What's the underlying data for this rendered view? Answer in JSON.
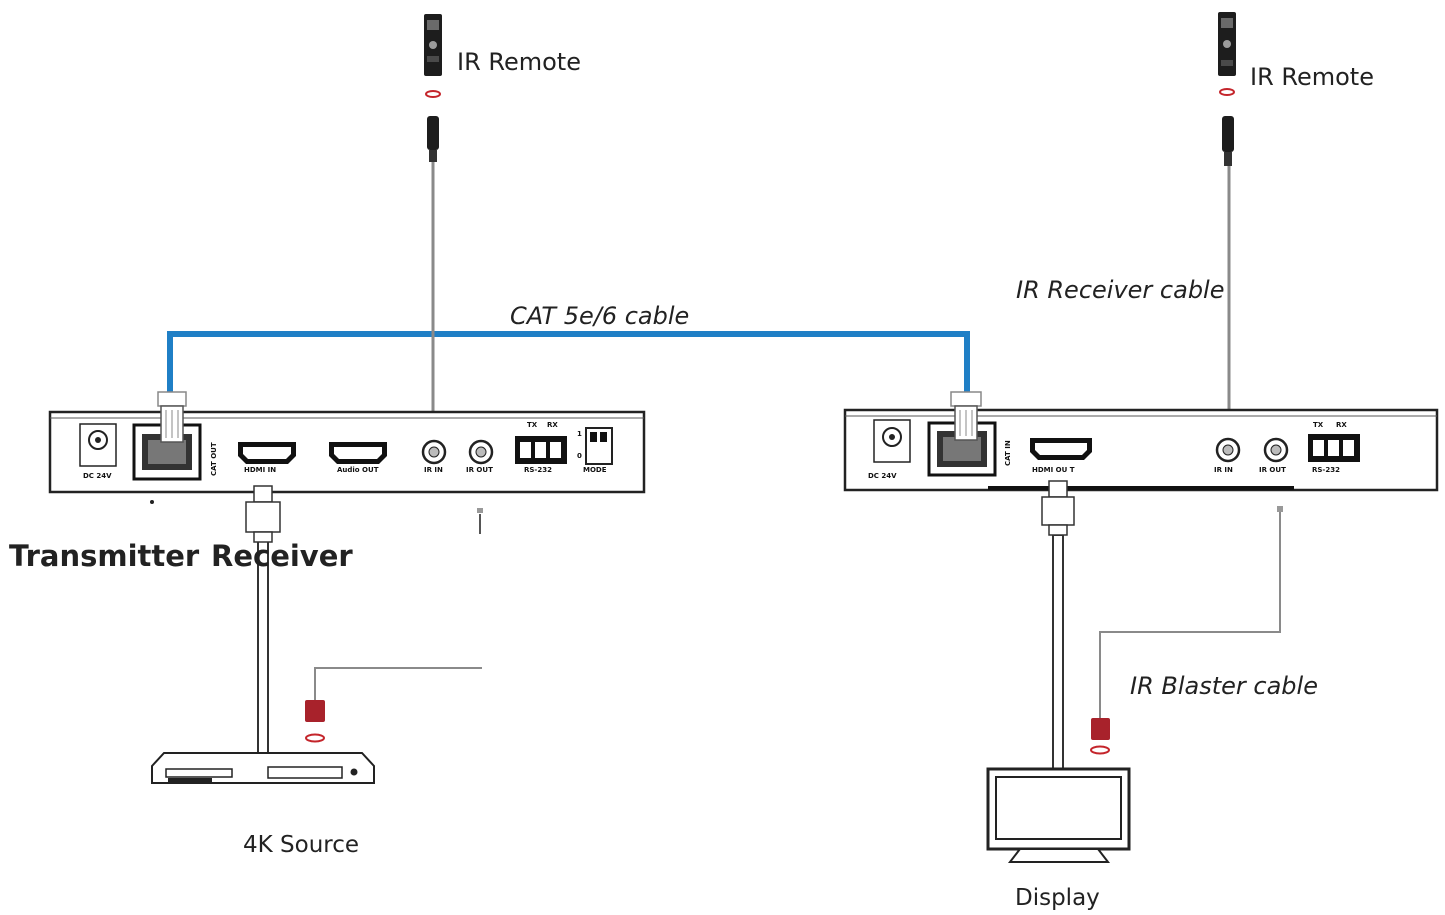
{
  "colors": {
    "cat_cable": "#1f7fc6",
    "wire": "#8a8a8a",
    "device_outline": "#222222",
    "ir_tip": "#c4252b"
  },
  "labels": {
    "ir_remote_left": "IR Remote",
    "ir_remote_right": "IR Remote",
    "cat_cable": "CAT 5e/6 cable",
    "ir_receiver_cable": "IR Receiver cable",
    "ir_blaster_cable": "IR Blaster cable",
    "transmitter": "Transmitter",
    "receiver": "Receiver",
    "source": "4K Source",
    "display": "Display"
  },
  "transmitter_ports": {
    "dc": "DC 24V",
    "cat": "CAT OUT",
    "hdmi": "HDMI IN",
    "audio": "Audio OUT",
    "ir_in": "IR IN",
    "ir_out": "IR OUT",
    "tx": "TX",
    "rx": "RX",
    "rs232": "RS-232",
    "mode": "MODE",
    "mode_1": "1",
    "mode_0": "0"
  },
  "receiver_ports": {
    "dc": "DC 24V",
    "cat": "CAT IN",
    "hdmi": "HDMI OU T",
    "ir_in": "IR IN",
    "ir_out": "IR OUT",
    "tx": "TX",
    "rx": "RX",
    "rs232": "RS-232"
  },
  "icons": {
    "remote": "ir-remote-icon",
    "source": "media-player-icon",
    "display": "monitor-icon",
    "hdmi_plug": "hdmi-plug-icon",
    "rj45": "rj45-connector-icon",
    "ir_emitter": "ir-emitter-icon"
  }
}
